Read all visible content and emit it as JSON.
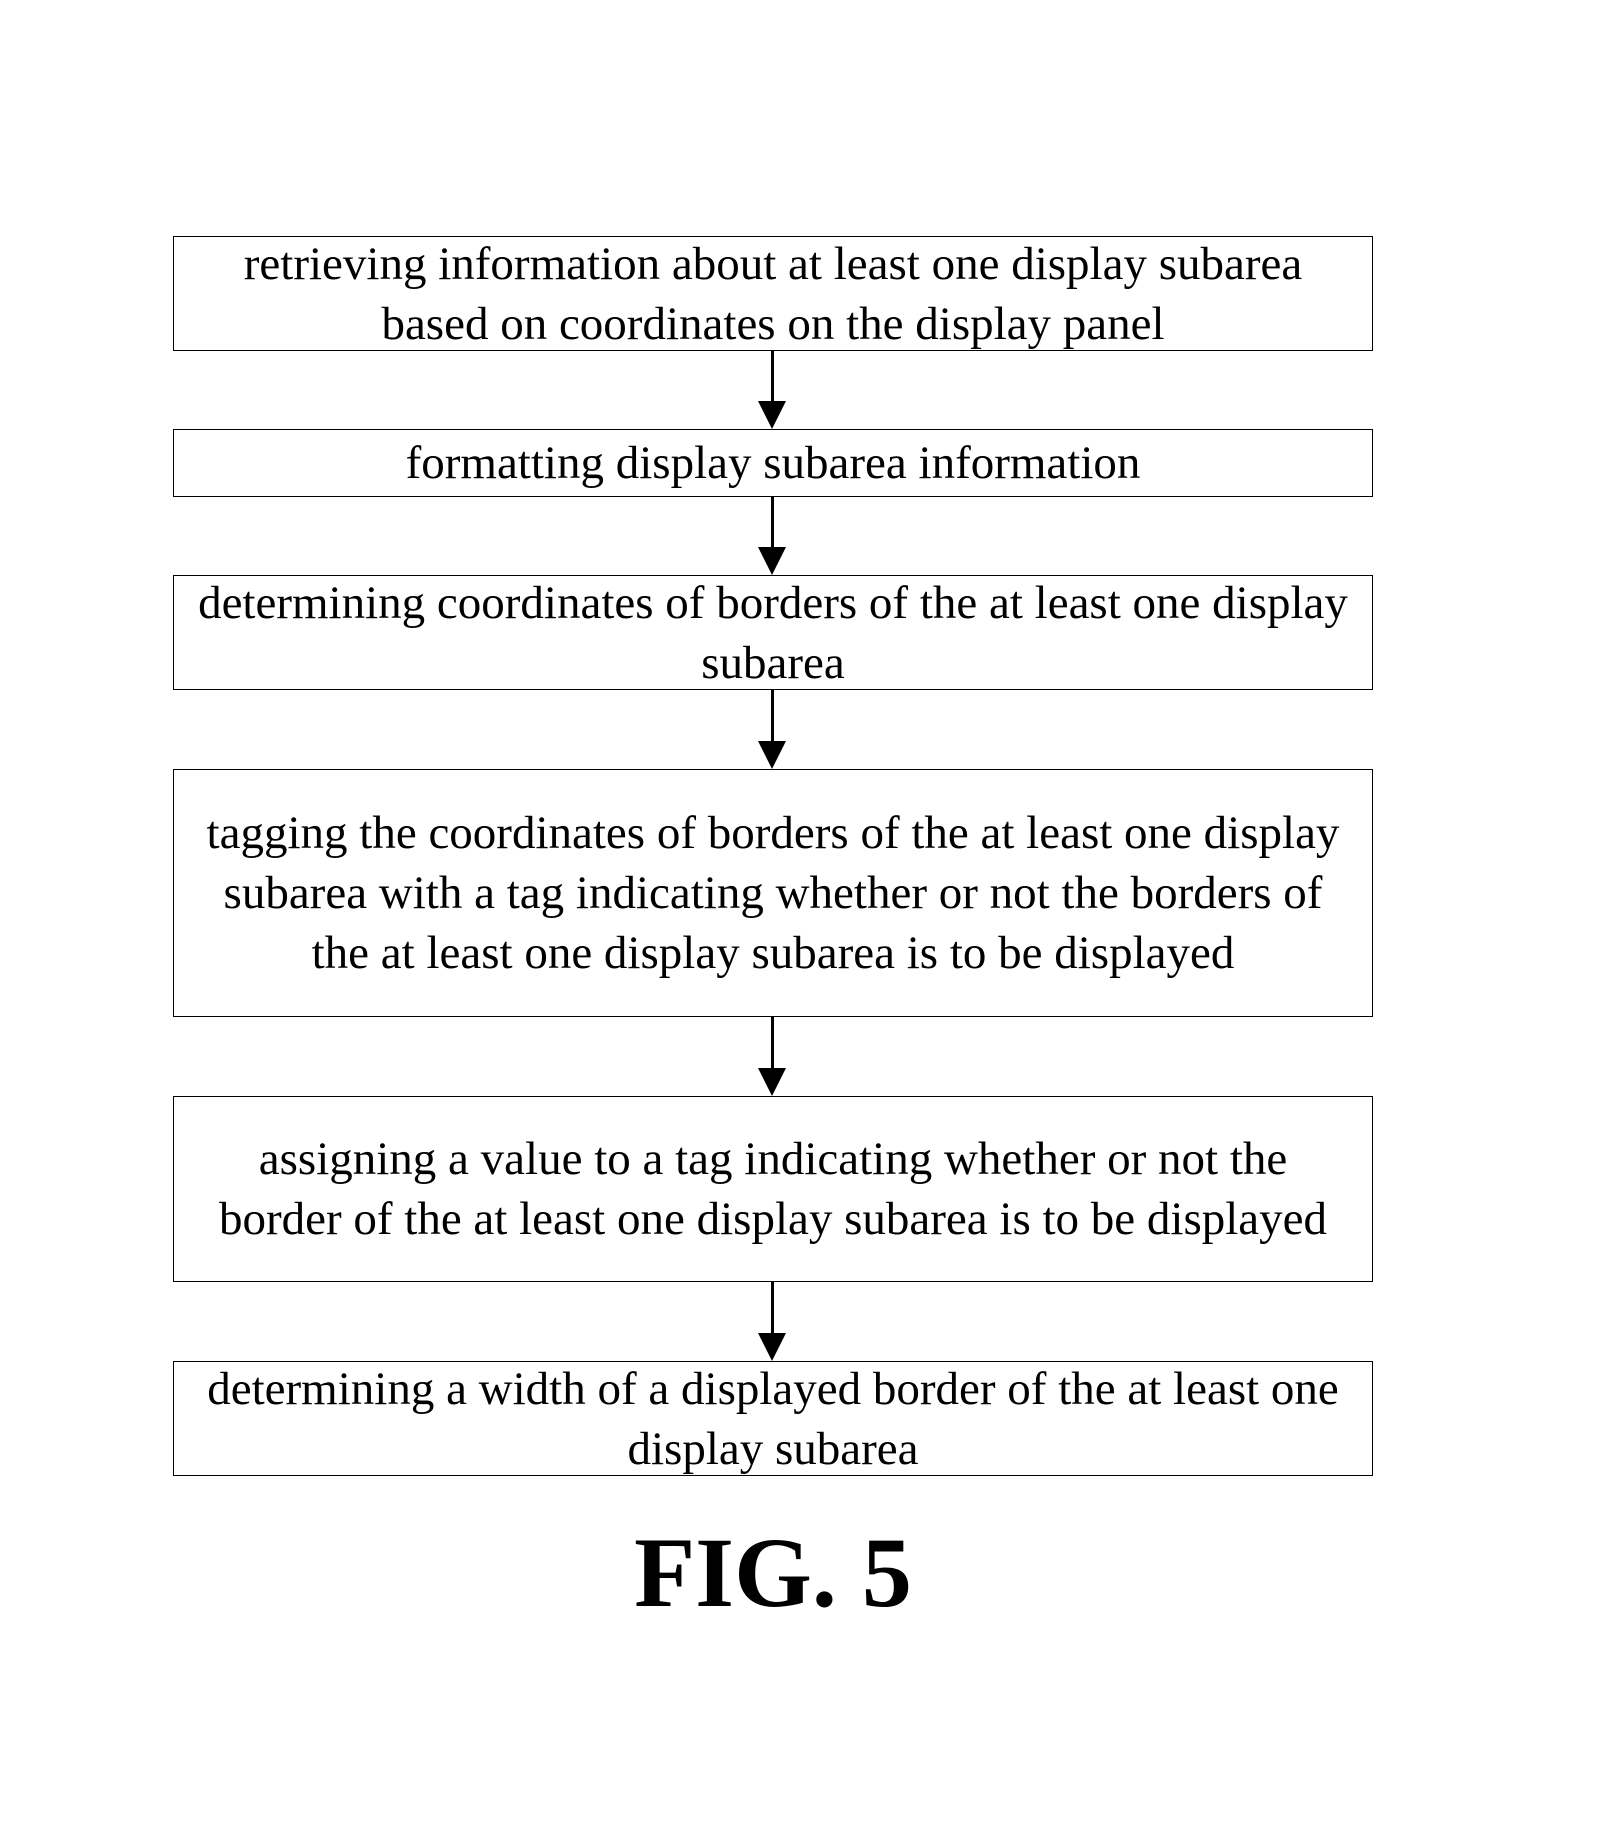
{
  "steps": [
    {
      "text": "retrieving information about at least one display subarea based on coordinates on the display panel"
    },
    {
      "text": "formatting display subarea information"
    },
    {
      "text": "determining coordinates of borders of the at least one display subarea"
    },
    {
      "text": "tagging the coordinates of borders of the at least one display subarea with a tag indicating whether or not the borders of the at least one display subarea is to be displayed"
    },
    {
      "text": "assigning a value to a tag indicating whether or not the border of the at least one display subarea is to be displayed"
    },
    {
      "text": "determining a width of a displayed border of the at least one display subarea"
    }
  ],
  "figure_label": "FIG. 5"
}
